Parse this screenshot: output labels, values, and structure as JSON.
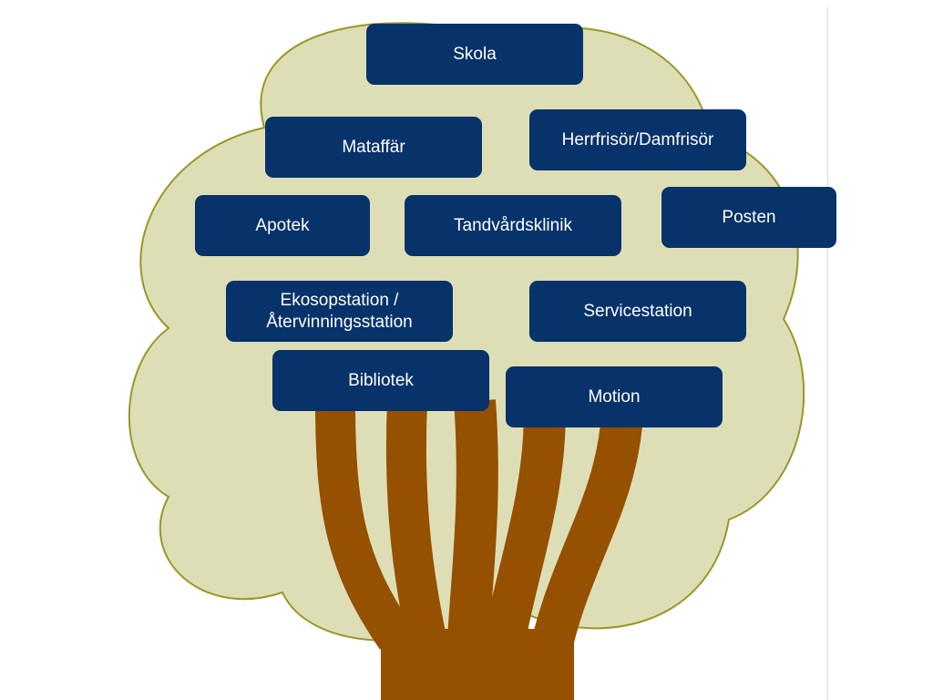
{
  "colors": {
    "background": "#ffffff",
    "canopy_fill": "#dedeb6",
    "canopy_stroke": "#9a9628",
    "trunk": "#955000",
    "box_fill": "#07326a",
    "box_text": "#ffffff"
  },
  "boxes": {
    "skola": "Skola",
    "mataffar": "Mataffär",
    "frisor": "Herrfrisör/Damfrisör",
    "posten": "Posten",
    "apotek": "Apotek",
    "tandvard": "Tandvårdsklinik",
    "ekosopstation_line1": "Ekosopstation /",
    "ekosopstation_line2": "Återvinningsstation",
    "servicestation": "Servicestation",
    "bibliotek": "Bibliotek",
    "motion": "Motion"
  }
}
